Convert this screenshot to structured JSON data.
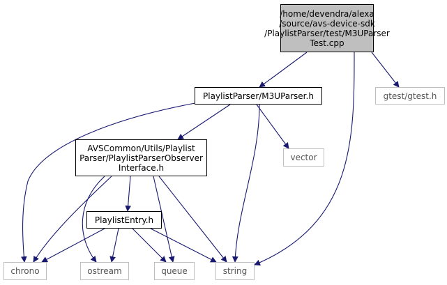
{
  "diagram": {
    "edge_color": "#191970",
    "nodes": {
      "m3u_test": {
        "lines": [
          "/home/devendra/alexa",
          "/source/avs-device-sdk",
          "/PlaylistParser/test/M3UParser",
          "Test.cpp"
        ],
        "style": "main",
        "fill": "#bfbfbf"
      },
      "m3u_parser_h": {
        "lines": [
          "PlaylistParser/M3UParser.h"
        ],
        "style": "solid"
      },
      "gtest_h": {
        "lines": [
          "gtest/gtest.h"
        ],
        "style": "ext"
      },
      "observer_h": {
        "lines": [
          "AVSCommon/Utils/Playlist",
          "Parser/PlaylistParserObserver",
          "Interface.h"
        ],
        "style": "solid"
      },
      "vector": {
        "lines": [
          "vector"
        ],
        "style": "ext"
      },
      "playlist_entry_h": {
        "lines": [
          "PlaylistEntry.h"
        ],
        "style": "solid"
      },
      "chrono": {
        "lines": [
          "chrono"
        ],
        "style": "ext"
      },
      "ostream": {
        "lines": [
          "ostream"
        ],
        "style": "ext"
      },
      "queue": {
        "lines": [
          "queue"
        ],
        "style": "ext"
      },
      "string": {
        "lines": [
          "string"
        ],
        "style": "ext"
      }
    },
    "edges": [
      {
        "from": "m3u_test",
        "to": "m3u_parser_h"
      },
      {
        "from": "m3u_test",
        "to": "gtest_h"
      },
      {
        "from": "m3u_test",
        "to": "string"
      },
      {
        "from": "m3u_parser_h",
        "to": "chrono"
      },
      {
        "from": "m3u_parser_h",
        "to": "observer_h"
      },
      {
        "from": "m3u_parser_h",
        "to": "vector"
      },
      {
        "from": "m3u_parser_h",
        "to": "string"
      },
      {
        "from": "observer_h",
        "to": "chrono"
      },
      {
        "from": "observer_h",
        "to": "ostream"
      },
      {
        "from": "observer_h",
        "to": "playlist_entry_h"
      },
      {
        "from": "observer_h",
        "to": "queue"
      },
      {
        "from": "observer_h",
        "to": "string"
      },
      {
        "from": "playlist_entry_h",
        "to": "chrono"
      },
      {
        "from": "playlist_entry_h",
        "to": "ostream"
      },
      {
        "from": "playlist_entry_h",
        "to": "queue"
      },
      {
        "from": "playlist_entry_h",
        "to": "string"
      }
    ]
  }
}
